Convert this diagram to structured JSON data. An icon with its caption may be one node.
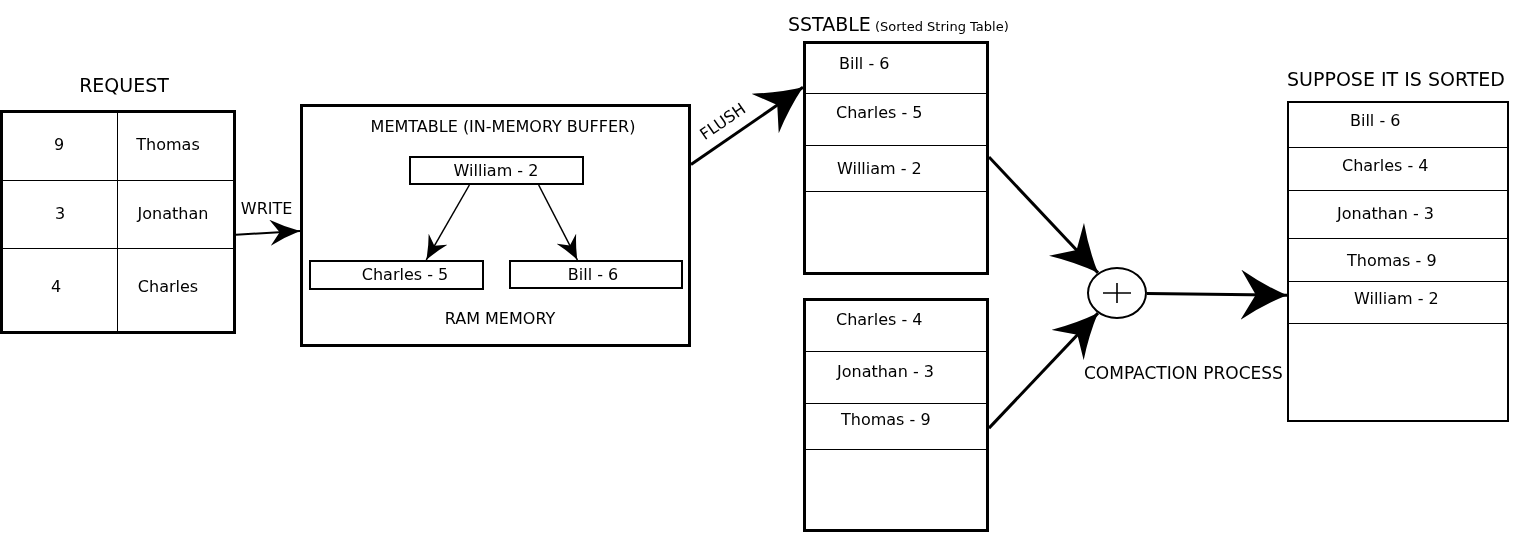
{
  "diagram": {
    "nodes": [
      {
        "text": [
          "REQUEST"
        ]
      },
      {
        "text": [
          "9"
        ],
        "in": 0
      },
      {
        "text": [
          "Thomas"
        ],
        "in": 0
      },
      {
        "text": [
          "3"
        ],
        "in": 0
      },
      {
        "text": [
          "Jonathan"
        ],
        "in": 0
      },
      {
        "text": [
          "4"
        ],
        "in": 0
      },
      {
        "text": [
          "Charles"
        ],
        "in": 0
      },
      {
        "text": [
          "MEMTABLE (IN-MEMORY BUFFER)",
          "RAM MEMORY"
        ]
      },
      {
        "text": [
          "William - 2"
        ],
        "in": 7
      },
      {
        "text": [
          "Charles - 5"
        ],
        "in": 7
      },
      {
        "text": [
          "Bill - 6"
        ],
        "in": 7
      },
      {
        "text": [
          "SSTABLE",
          "(Sorted String Table)"
        ]
      },
      {
        "text": [
          "Bill - 6"
        ],
        "in": 11
      },
      {
        "text": [
          "Charles - 5"
        ],
        "in": 11
      },
      {
        "text": [
          "William - 2"
        ],
        "in": 11
      },
      {
        "text": [],
        "shape": "box"
      },
      {
        "text": [
          "Charles - 4"
        ],
        "in": 15
      },
      {
        "text": [
          "Jonathan - 3"
        ],
        "in": 15
      },
      {
        "text": [
          "Thomas - 9"
        ],
        "in": 15
      },
      {
        "text": [],
        "shape": "circle",
        "beside": [
          "COMPACTION PROCESS"
        ]
      },
      {
        "text": [
          "SUPPOSE IT IS SORTED"
        ]
      },
      {
        "text": [
          "Bill - 6"
        ],
        "in": 20
      },
      {
        "text": [
          "Charles - 4"
        ],
        "in": 20
      },
      {
        "text": [
          "Jonathan - 3"
        ],
        "in": 20
      },
      {
        "text": [
          "Thomas - 9"
        ],
        "in": 20
      },
      {
        "text": [
          "William - 2"
        ],
        "in": 20
      }
    ],
    "edges": [
      {
        "from": 0,
        "to": 7,
        "arrow": "to",
        "label": "WRITE"
      },
      {
        "from": 8,
        "to": 9,
        "arrow": "to"
      },
      {
        "from": 8,
        "to": 10,
        "arrow": "to"
      },
      {
        "from": 7,
        "to": 11,
        "arrow": "to",
        "label": "FLUSH"
      },
      {
        "from": 11,
        "to": 19,
        "arrow": "to"
      },
      {
        "from": 15,
        "to": 19,
        "arrow": "to"
      },
      {
        "from": 19,
        "to": 20,
        "arrow": "to"
      }
    ]
  }
}
